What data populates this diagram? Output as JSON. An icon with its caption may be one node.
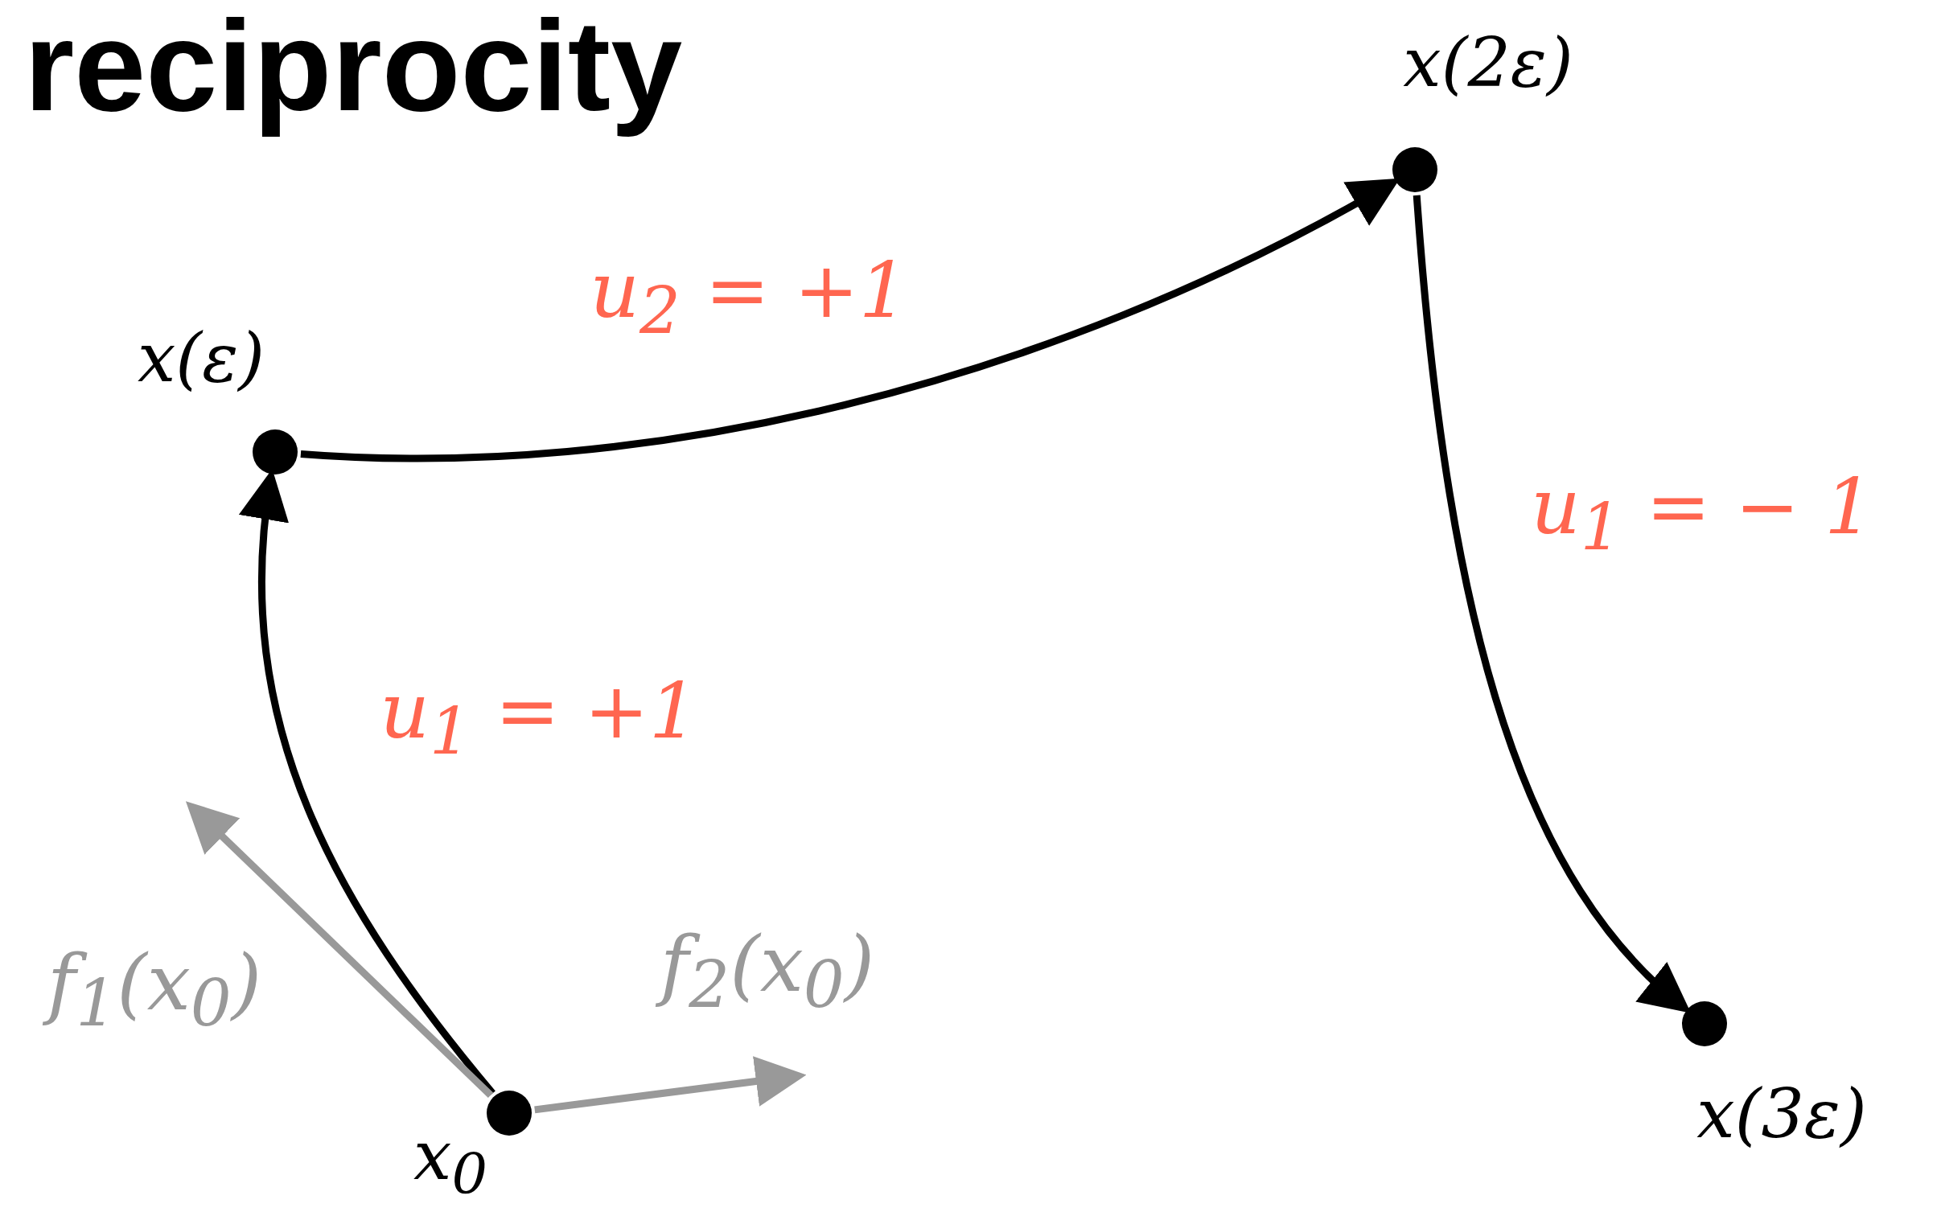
{
  "diagram": {
    "title": "reciprocity",
    "nodes": [
      {
        "text": [],
        "shape": "circle",
        "beside": [
          "x$_{0}$"
        ]
      },
      {
        "text": [],
        "shape": "circle",
        "beside": [
          "x(ε)"
        ]
      },
      {
        "text": [],
        "shape": "circle",
        "beside": [
          "x(2ε)"
        ]
      },
      {
        "text": [],
        "shape": "circle",
        "beside": [
          "x(3ε)"
        ]
      }
    ],
    "edges": [
      {
        "from": 0,
        "to": 1,
        "arrow": "to",
        "label": "u$_{1}$ = +1"
      },
      {
        "from": 1,
        "to": 2,
        "arrow": "to",
        "label": "u$_{2}$ = +1"
      },
      {
        "from": 2,
        "to": 3,
        "arrow": "to",
        "label": "u$_{1}$ = − 1"
      },
      {
        "from": 0,
        "to": null,
        "arrow": "to",
        "label": "f$_{1}$(x$_{0}$)",
        "color": "#999999"
      },
      {
        "from": 0,
        "to": null,
        "arrow": "to",
        "label": "f$_{2}$(x$_{0}$)",
        "color": "#999999"
      }
    ]
  }
}
